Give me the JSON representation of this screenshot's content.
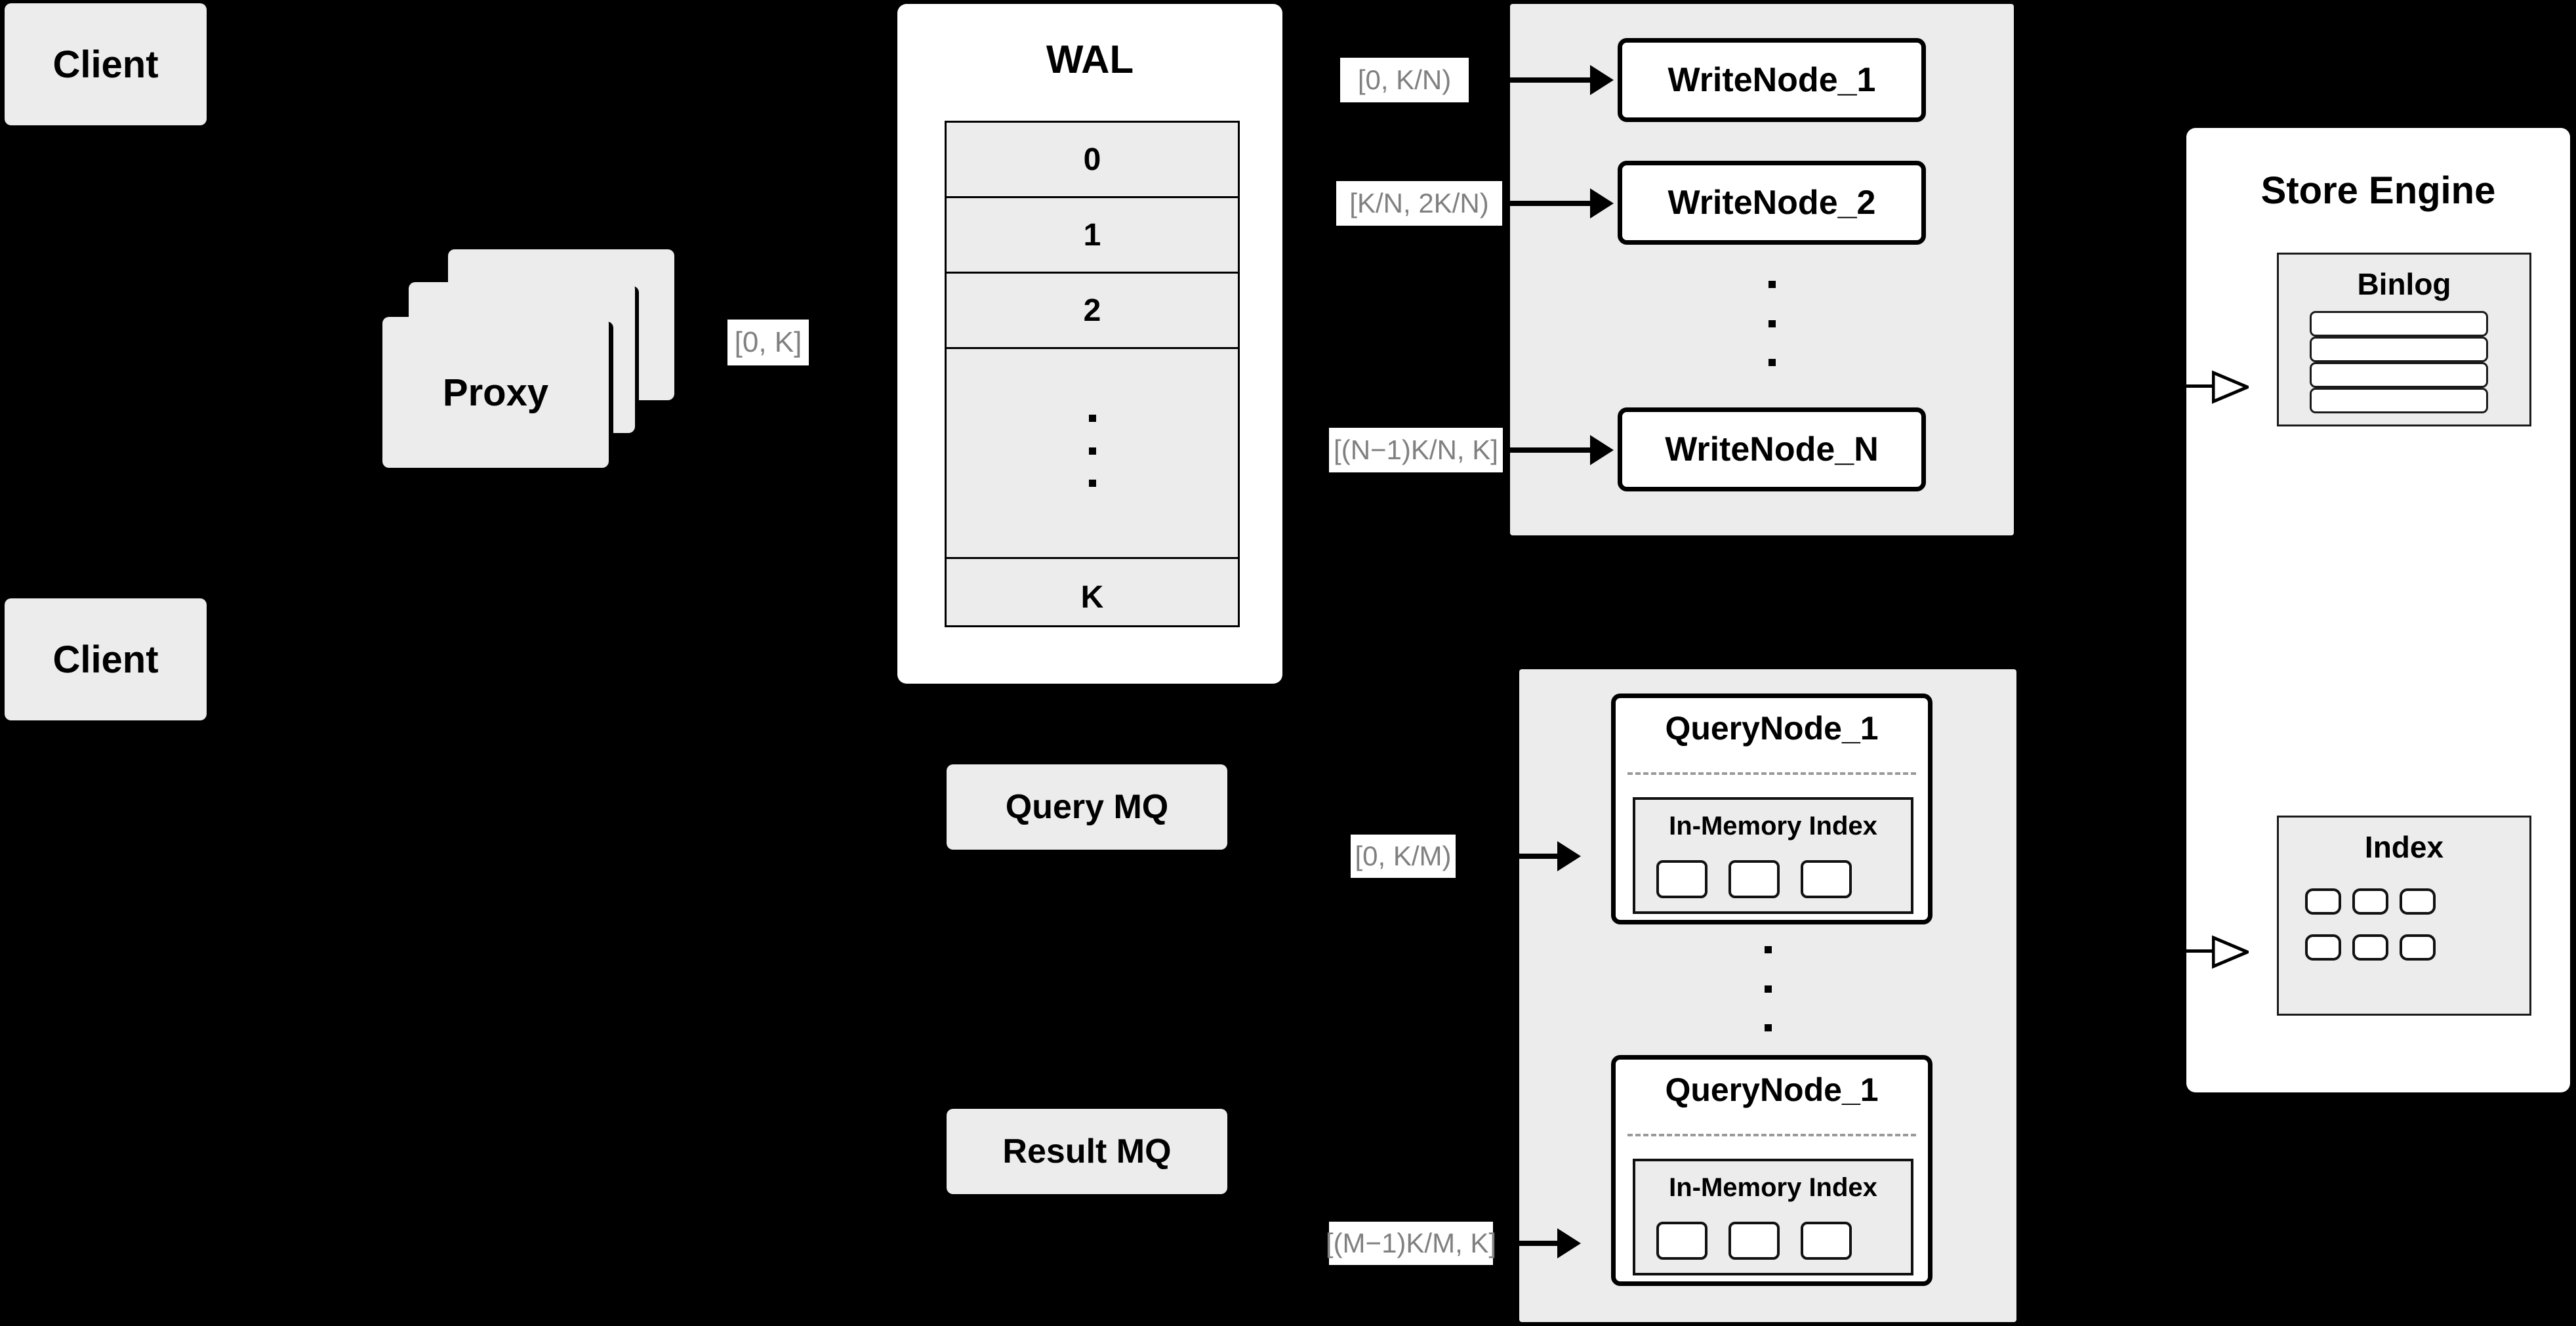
{
  "diagram": {
    "title": "Distributed vector database write/query architecture",
    "background_color": "#000000",
    "node_fill": "#ececec",
    "panel_fill": "#ffffff",
    "stroke_color": "#000000",
    "label_text_color": "#808080"
  },
  "clients": [
    {
      "label": "Client"
    },
    {
      "label": "Client"
    }
  ],
  "proxy": {
    "label": "Proxy",
    "stack_count": 3,
    "out_label": "[0, K]"
  },
  "wal": {
    "title": "WAL",
    "entries": [
      "0",
      "1",
      "2",
      "···",
      "K"
    ],
    "ellipsis_dots": 3
  },
  "write_cluster": {
    "nodes": [
      {
        "label": "WriteNode_1",
        "range_label": "[0,  K/N)"
      },
      {
        "label": "WriteNode_2",
        "range_label": "[K/N, 2K/N)"
      },
      {
        "label": "WriteNode_N",
        "range_label": "[(N−1)K/N,  K]"
      }
    ],
    "ellipsis_dots": 3
  },
  "queues": [
    {
      "label": "Query MQ"
    },
    {
      "label": "Result MQ"
    }
  ],
  "query_cluster": {
    "nodes": [
      {
        "label": "QueryNode_1",
        "range_label": "[0, K/M)",
        "index": {
          "title": "In-Memory Index",
          "segment_count": 3
        }
      },
      {
        "label": "QueryNode_1",
        "range_label": "[(M−1)K/M, K]",
        "index": {
          "title": "In-Memory Index",
          "segment_count": 3
        }
      }
    ],
    "ellipsis_dots": 3
  },
  "store_engine": {
    "title": "Store Engine",
    "binlog": {
      "title": "Binlog",
      "row_count": 4
    },
    "index": {
      "title": "Index",
      "cell_count": 6,
      "columns": 3,
      "rows": 2
    }
  },
  "icons": {
    "arrow_filled": "arrow-right-filled-icon",
    "arrow_open": "arrow-right-open-icon",
    "vertical_ellipsis": "vertical-ellipsis-icon"
  }
}
